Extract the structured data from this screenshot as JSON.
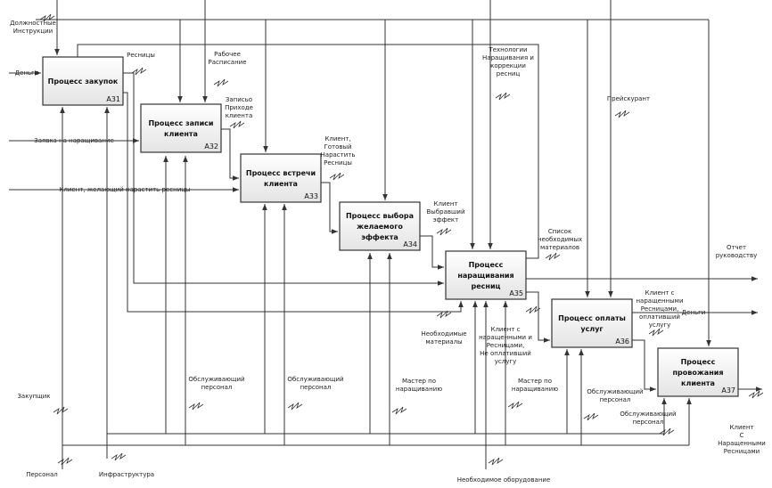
{
  "boxes": [
    {
      "id": "A31",
      "title": [
        "Процесс закупок"
      ]
    },
    {
      "id": "A32",
      "title": [
        "Процесс записи",
        "клиента"
      ]
    },
    {
      "id": "A33",
      "title": [
        "Процесс встречи",
        "клиента"
      ]
    },
    {
      "id": "A34",
      "title": [
        "Процесс выбора",
        "желаемого",
        "эффекта"
      ]
    },
    {
      "id": "A35",
      "title": [
        "Процесс",
        "наращивания",
        "ресниц"
      ]
    },
    {
      "id": "A36",
      "title": [
        "Процесс оплаты",
        "услуг"
      ]
    },
    {
      "id": "A37",
      "title": [
        "Процесс",
        "провожания",
        "клиента"
      ]
    }
  ],
  "labels": {
    "instructions": [
      "Должностные",
      "Инструкции"
    ],
    "money_in": [
      "Деньги"
    ],
    "lashes": [
      "Ресницы"
    ],
    "schedule": [
      "Рабочее",
      "Расписание"
    ],
    "record": [
      "Записьо",
      "Приходе",
      "клиента"
    ],
    "request": [
      "Заявка на наращивание"
    ],
    "client_wish": [
      "Клиент, желающий нарастить ресницы"
    ],
    "client_ready": [
      "Клиент,",
      "Готовый",
      "Нарастить",
      "Ресницы"
    ],
    "client_chose": [
      "Клиент",
      "Выбравший",
      "эффект"
    ],
    "technologies": [
      "Технологии",
      "Наращивания и",
      "коррекции",
      "ресниц"
    ],
    "materials_list": [
      "Список",
      "необходимых",
      "материалов"
    ],
    "price": [
      "Прейскурант"
    ],
    "report": [
      "Отчет",
      "руководству"
    ],
    "money_out": [
      "Деньги"
    ],
    "client_paid": [
      "Клиент с",
      "наращенными",
      "Ресницами,",
      "оплативший",
      "услугу"
    ],
    "client_unpaid": [
      "Клиент с",
      "наращенными и",
      "Ресницами,",
      "Не оплативший",
      "услугу"
    ],
    "materials": [
      "Необходимые",
      "материалы"
    ],
    "staff1": [
      "Обслуживающий",
      "персонал"
    ],
    "staff2": [
      "Обслуживающий",
      "персонал"
    ],
    "master1": [
      "Мастер по",
      "наращиванию"
    ],
    "master2": [
      "Мастер по",
      "наращиванию"
    ],
    "staff3": [
      "Обслуживающий",
      "персонал"
    ],
    "staff4": [
      "Обслуживающий",
      "персонал"
    ],
    "client_final": [
      "Клиент",
      "С",
      "Наращенными",
      "Ресницами"
    ],
    "buyer": [
      "Закупщик"
    ],
    "personnel": [
      "Персонал"
    ],
    "infrastructure": [
      "Инфраструктура"
    ],
    "equipment": [
      "Необходимое оборудование"
    ]
  }
}
